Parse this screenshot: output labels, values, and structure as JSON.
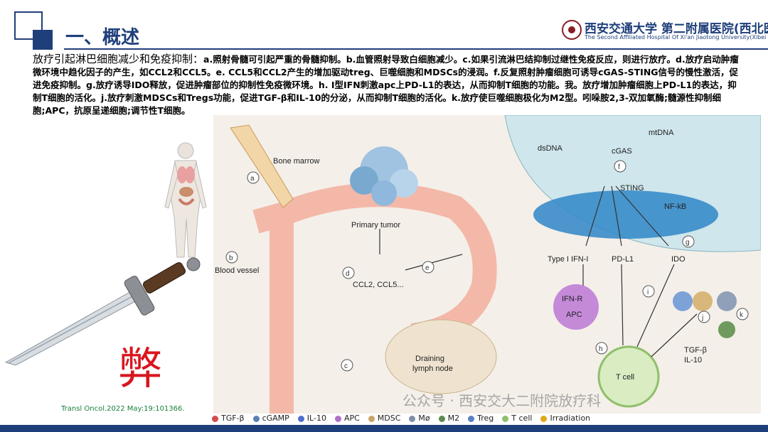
{
  "header": {
    "title": "一、概述",
    "hospital_cn": "西安交通大学 第二附属医院(西北医院)",
    "hospital_en": "The Second Affiliated Hospital Of Xi'an Jiaotong University(Xibei Hospital)"
  },
  "intro": {
    "lead": "放疗引起淋巴细胞减少和免疫抑制：",
    "body": "a.照射骨髓可引起严重的骨髓抑制。b.血管照射导致白细胞减少。c.如果引流淋巴结抑制过继性免疫反应，则进行放疗。d.放疗启动肿瘤微环境中趋化因子的产生，如CCL2和CCL5。e. CCL5和CCL2产生的增加驱动treg、巨噬细胞和MDSCs的浸润。f.反复照射肿瘤细胞可诱导cGAS-STING信号的慢性激活，促进免疫抑制。g.放疗诱导IDO释放，促进肿瘤部位的抑制性免疫微环境。h. I型IFN刺激apc上PD-L1的表达，从而抑制T细胞的功能。我。放疗增加肿瘤细胞上PD-L1的表达，抑制T细胞的活化。j.放疗刺激MDSCs和Tregs功能，促进TGF-β和IL-10的分泌，从而抑制T细胞的活化。k.放疗使巨噬细胞极化为M2型。吲哚胺2,3-双加氧酶;髓源性抑制细胞;APC，抗原呈递细胞;调节性T细胞。"
  },
  "big_char": "弊",
  "citation": "Transl Oncol.2022 May:19:101366.",
  "watermark": "公众号 · 西安交大二附院放疗科",
  "figure": {
    "labels": {
      "bone_marrow": "Bone marrow",
      "blood_vessel": "Blood vessel",
      "primary_tumor": "Primary tumor",
      "ccl": "CCL2, CCL5...",
      "draining": "Draining",
      "lymph_node": "lymph node",
      "dsdna": "dsDNA",
      "mtdna": "mtDNA",
      "cgas": "cGAS",
      "sting": "STING",
      "nfkb": "NF-kB",
      "type1ifn": "Type I IFN-I",
      "pdl1": "PD-L1",
      "ido": "IDO",
      "ifnr": "IFN-R",
      "apc": "APC",
      "tgf": "TGF-β",
      "il10": "IL-10",
      "tcell": "T cell"
    },
    "steps": [
      "a",
      "b",
      "c",
      "d",
      "e",
      "f",
      "g",
      "h",
      "i",
      "j",
      "k"
    ]
  },
  "legend": [
    {
      "name": "TGF-β",
      "color": "#d84a4a"
    },
    {
      "name": "cGAMP",
      "color": "#5b7fb8"
    },
    {
      "name": "IL-10",
      "color": "#4f6fd0"
    },
    {
      "name": "APC",
      "color": "#b070c8"
    },
    {
      "name": "MDSC",
      "color": "#c9a36a"
    },
    {
      "name": "Mø",
      "color": "#7f8fa8"
    },
    {
      "name": "M2",
      "color": "#5e8a4e"
    },
    {
      "name": "Treg",
      "color": "#5a7fc8"
    },
    {
      "name": "T cell",
      "color": "#8fbf6a"
    },
    {
      "name": "Irradiation",
      "color": "#e0a818"
    }
  ],
  "colors": {
    "brand": "#1f3f7a",
    "accent_red": "#d9161e",
    "citation_green": "#1a7f3a"
  }
}
